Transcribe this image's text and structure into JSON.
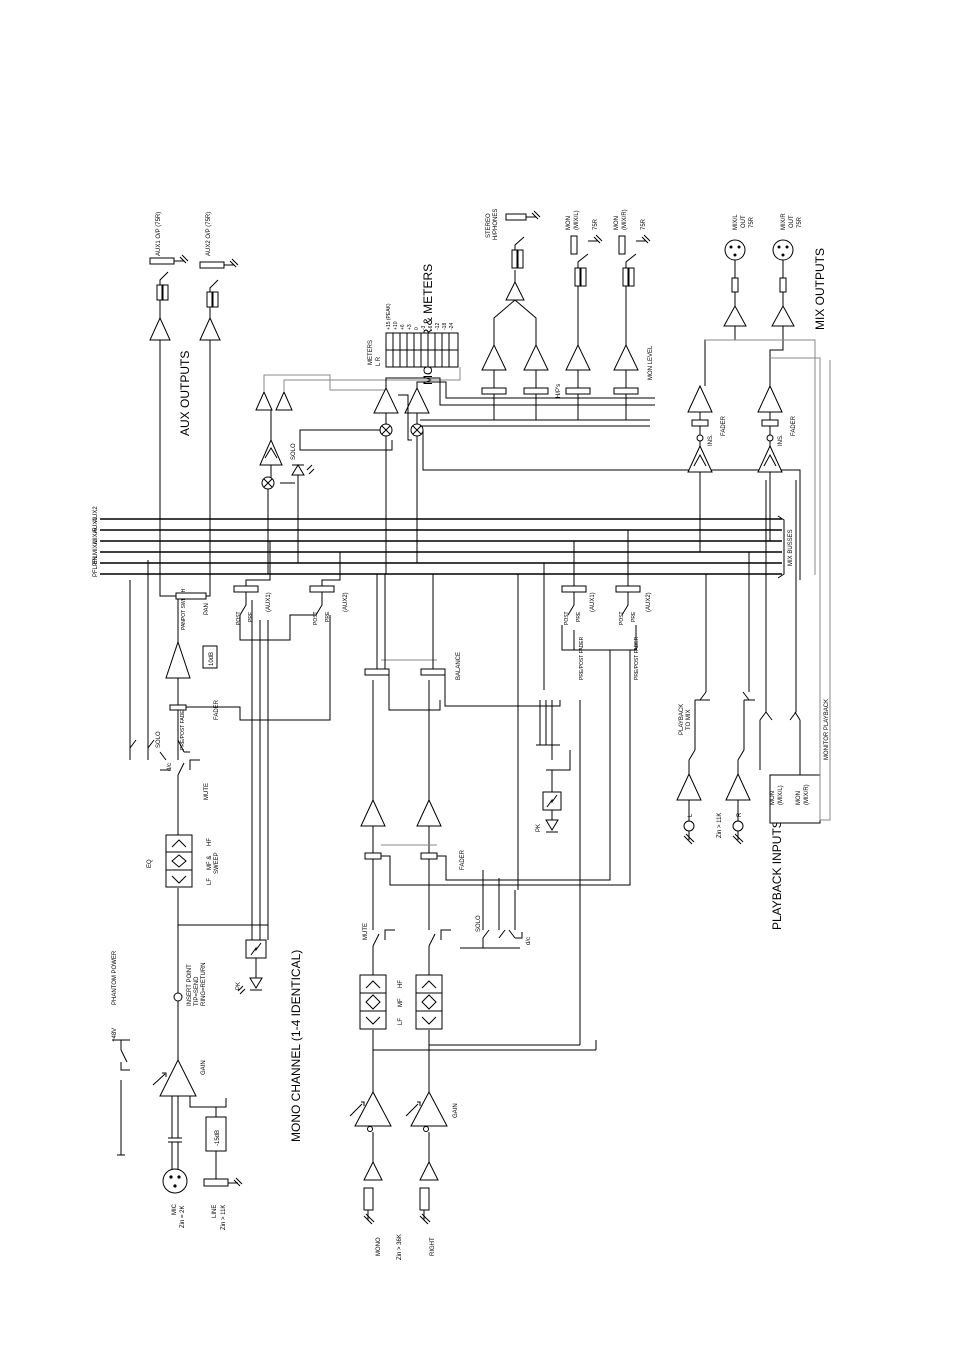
{
  "titles": {
    "mono_channel": "MONO CHANNEL (1-4 IDENTICAL)",
    "aux_outputs": "AUX OUTPUTS",
    "monitor_meters": "MONITOR & METERS",
    "mix_outputs": "MIX OUTPUTS",
    "playback_inputs": "PLAYBACK INPUTS"
  },
  "buses": [
    "AUX2",
    "AUX1",
    "MIX/R",
    "MIX/L",
    "PFL",
    "PFL EN"
  ],
  "mix_busses": "MIX BUSSES",
  "meters": {
    "title": "METERS",
    "lr": "L   R",
    "scale": [
      "+15 (PEAK)",
      "+10",
      "+6",
      "+3",
      "0",
      "-3",
      "-6",
      "-12",
      "-18",
      "-24"
    ]
  },
  "mono": {
    "mic": "MIC",
    "mic_z": "Zin = 2K",
    "line": "LINE",
    "line_z": "Zin > 11K",
    "pad": "-15dB",
    "gain": "GAIN",
    "phantom_v": "+48V",
    "phantom": "PHANTOM POWER",
    "insert1": "INSERT POINT",
    "insert2": "TIP=SEND",
    "insert3": "RING=RETURN",
    "pk": "PK",
    "eq": "EQ",
    "eq_lf": "LF",
    "eq_mf": "MF &",
    "eq_sweep": "SWEEP",
    "eq_hf": "HF",
    "mute": "MUTE",
    "dc": "d/c",
    "solo": "SOLO",
    "fader": "FADER",
    "pre_post": "PRE/POST FADER",
    "db10": "10dB",
    "pan": "PAN",
    "aux1": "(AUX1)",
    "aux2": "(AUX2)",
    "post": "POST",
    "pre": "PRE",
    "panpot": "PANPOT SWITCH"
  },
  "stereo": {
    "mono": "MONO",
    "zin": "Zin > 36K",
    "right": "RIGHT",
    "gain": "GAIN",
    "lf": "LF",
    "mf": "MF",
    "hf": "HF",
    "mute": "MUTE",
    "solo": "SOLO",
    "dc": "d/c",
    "fader": "FADER",
    "pk": "PK",
    "balance": "BALANCE",
    "aux1": "(AUX1)",
    "aux2": "(AUX2)",
    "post": "POST",
    "pre": "PRE",
    "prepost1": "PRE/POST FADER",
    "prepost2": "PRE/POST FADER"
  },
  "aux_out": {
    "aux1": "AUX1 O/P (75R)",
    "aux2": "AUX2 O/P (75R)"
  },
  "monitor": {
    "solo": "SOLO",
    "hp": "STEREO",
    "hp2": "H/PHONES",
    "monl": "MON",
    "monl2": "(MIX/L)",
    "monr": "MON",
    "monr2": "(MIX/R)",
    "r75": "75R",
    "hps": "H/P's",
    "monlevel": "MON LEVEL"
  },
  "mix_out": {
    "mixl": "MIX/L",
    "mixr": "MIX/R",
    "out": "OUT",
    "r75": "75R",
    "ins": "INS.",
    "fader": "FADER"
  },
  "playback": {
    "pb_to_mix": "PLAYBACK",
    "pb_to_mix2": "TO MIX",
    "mon_pb": "MONITOR PLAYBACK",
    "monl": "MON",
    "monl2": "(MIX/L)",
    "monr": "MON",
    "monr2": "(MIX/R)",
    "l": "L",
    "r": "R",
    "zin": "Zin > 11K"
  }
}
